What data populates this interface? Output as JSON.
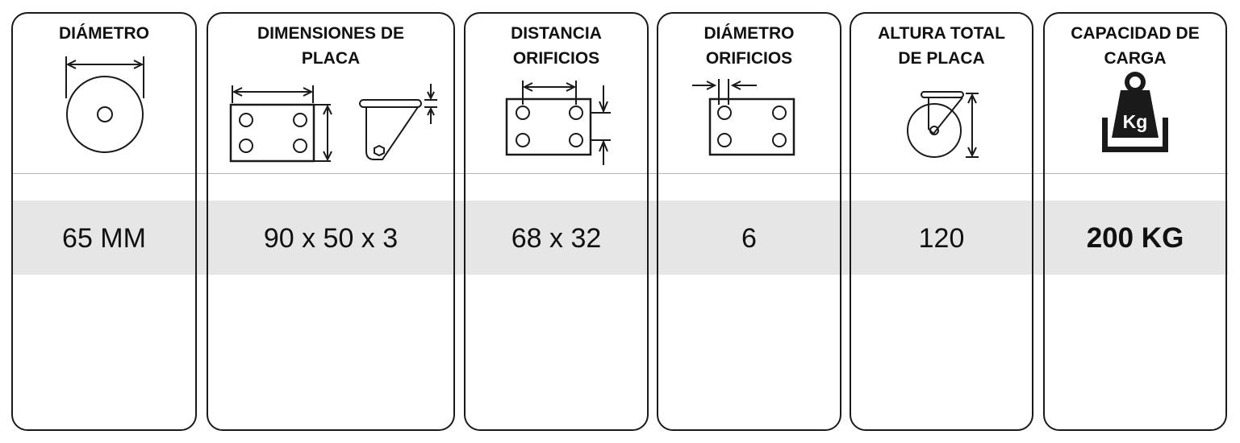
{
  "columns": [
    {
      "title": "DIÁMETRO",
      "value": "65 MM",
      "icon": "wheel-diameter-icon"
    },
    {
      "title": "DIMENSIONES DE\nPLACA",
      "value": "90 x 50 x 3",
      "icon": "plate-dimensions-icon"
    },
    {
      "title": "DISTANCIA\nORIFICIOS",
      "value": "68 x 32",
      "icon": "hole-distance-icon"
    },
    {
      "title": "DIÁMETRO\nORIFICIOS",
      "value": "6",
      "icon": "hole-diameter-icon"
    },
    {
      "title": "ALTURA TOTAL\nDE PLACA",
      "value": "120",
      "icon": "total-height-icon"
    },
    {
      "title": "CAPACIDAD DE\nCARGA",
      "value": "200 KG",
      "icon": "load-capacity-icon",
      "icon_label": "Kg"
    }
  ],
  "colors": {
    "border": "#1a1a1a",
    "band": "#e6e6e6",
    "divider": "#b4b4b4",
    "text": "#111111"
  }
}
